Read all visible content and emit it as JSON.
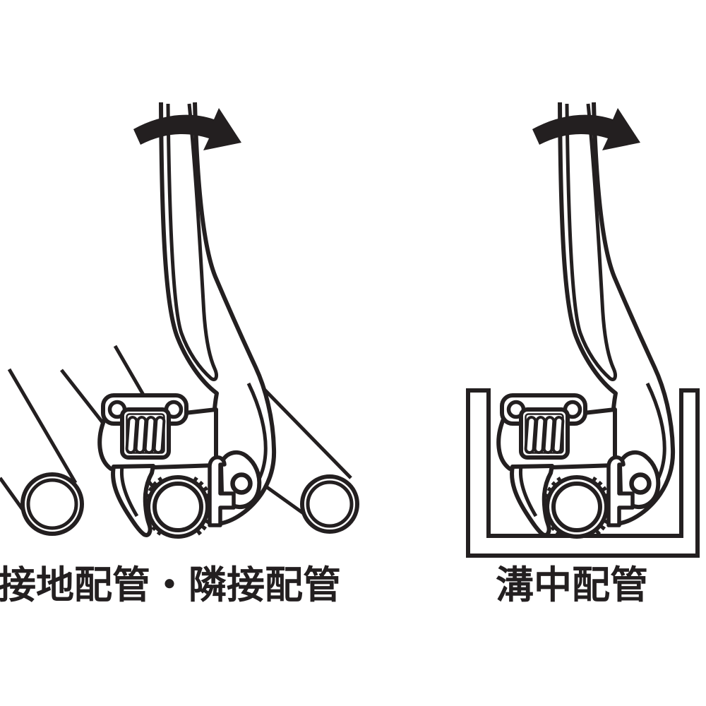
{
  "page": {
    "background": "#ffffff",
    "ink_color": "#231f20",
    "type": "instruction-diagram"
  },
  "panels": {
    "left": {
      "caption": "接地配管・隣接配管",
      "scene": "corner pipe wrench gripping a pipe laid on the ground next to adjacent parallel pipes",
      "rotation_arrow": "curved arrow to the right (clockwise turn)"
    },
    "right": {
      "caption": "溝中配管",
      "scene": "corner pipe wrench gripping a pipe inside a U-shaped trench channel",
      "rotation_arrow": "curved arrow to the right (clockwise turn)"
    }
  }
}
